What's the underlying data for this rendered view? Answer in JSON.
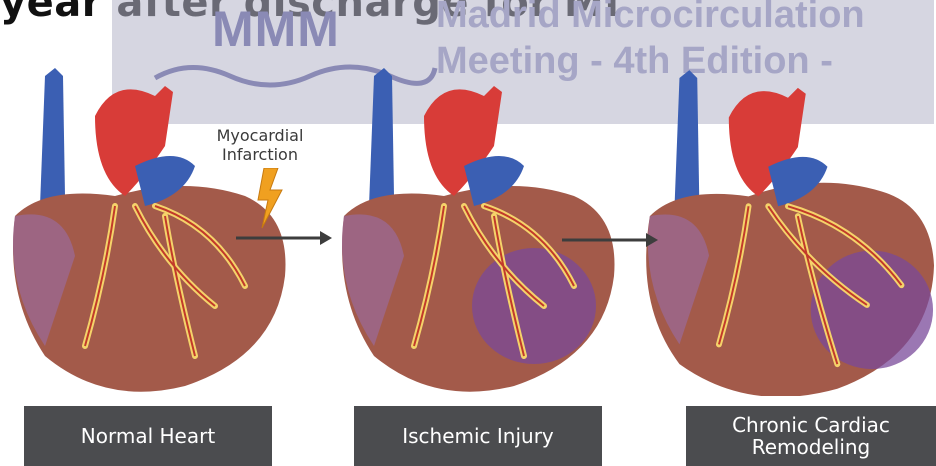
{
  "header": {
    "title": "year after discharge for MI",
    "watermark_logo": "MMM",
    "watermark_line1": "Madrid Microcirculation",
    "watermark_line2": "Meeting - 4th Edition -"
  },
  "transition": {
    "label": "Myocardial Infarction"
  },
  "stages": [
    {
      "label": "Normal Heart"
    },
    {
      "label": "Ischemic Injury"
    },
    {
      "label": "Chronic Cardiac Remodeling"
    }
  ],
  "colors": {
    "label_bg": "#4b4c4f",
    "muscle": "#a35a4a",
    "aorta": "#d83c38",
    "vessel_blue": "#3b5fb3",
    "coronary": "#f5d36a",
    "lightning": "#f0a020",
    "infarct": "#7a4a9a"
  }
}
